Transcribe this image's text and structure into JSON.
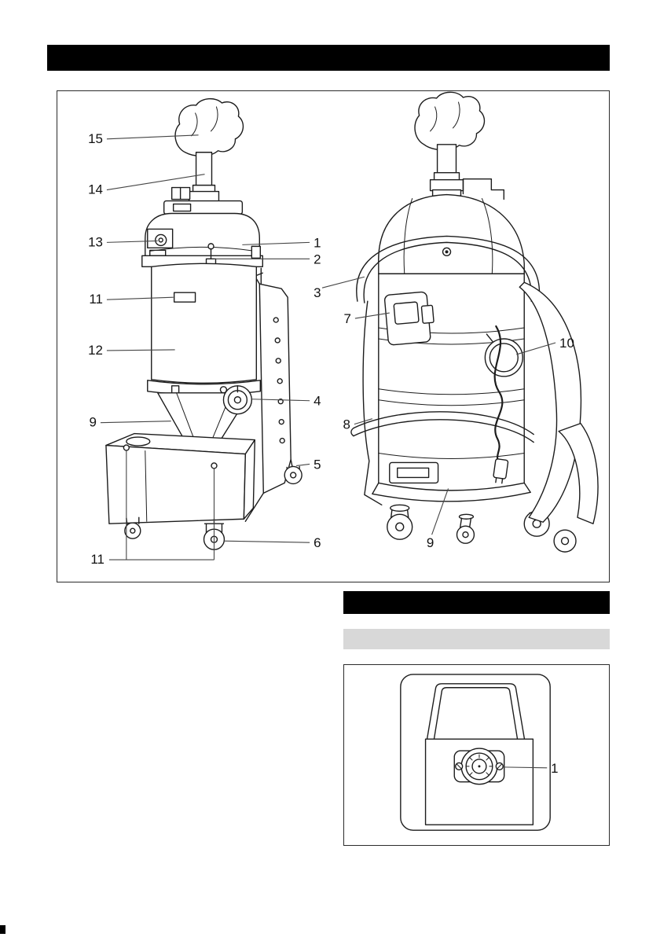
{
  "page": {
    "background_color": "#ffffff",
    "ink_color": "#1c1c1c"
  },
  "top_header_bar": {
    "color": "#000000"
  },
  "section_header_bar": {
    "color": "#000000"
  },
  "subsection_bar": {
    "color": "#d8d8d8"
  },
  "overview_figure": {
    "description": "device-overview-two-views",
    "callouts": {
      "n15": "15",
      "n14": "14",
      "n13": "13",
      "n11_upper": "11",
      "n12": "12",
      "n9_front": "9",
      "n11_lower": "11",
      "n1": "1",
      "n2": "2",
      "n3": "3",
      "n4": "4",
      "n5": "5",
      "n6": "6",
      "n7": "7",
      "n10": "10",
      "n8": "8",
      "n9_rear": "9"
    }
  },
  "detail_figure": {
    "description": "gauge-detail-view",
    "callouts": {
      "n1": "1"
    }
  },
  "page_mark": {
    "color": "#000000"
  }
}
